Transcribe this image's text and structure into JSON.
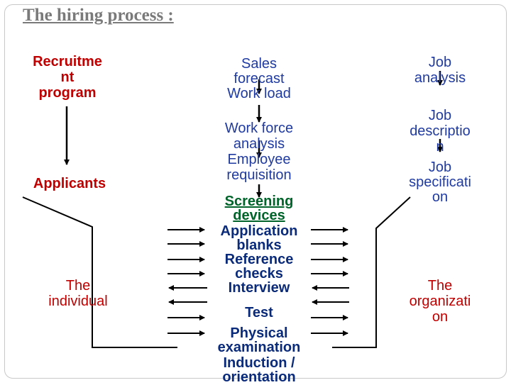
{
  "title": "The hiring process :",
  "left": {
    "recruitment": "Recruitme\nnt\nprogram",
    "applicants": "Applicants",
    "individual": "The\nindividual"
  },
  "center": {
    "sales": "Sales\nforecast\nWork load",
    "workforce": "Work force\nanalysis\nEmployee\nrequisition",
    "screening": "Screening\ndevices",
    "application": "Application\nblanks",
    "reference": "Reference\nchecks",
    "interview": "Interview",
    "test": "Test",
    "physical": "Physical\nexamination",
    "induction": "Induction /\norientation"
  },
  "right": {
    "job_analysis": "Job\nanalysis",
    "job_description": "Job\ndescriptio\nn",
    "job_specification": "Job\nspecificati\non",
    "organization": "The\norganizati\non"
  }
}
